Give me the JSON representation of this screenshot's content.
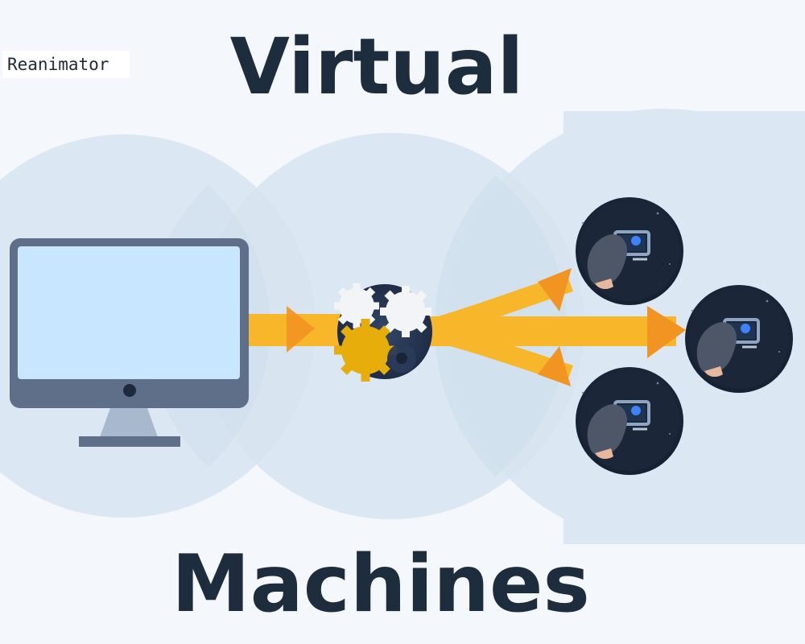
{
  "brand": {
    "label": "Reanimator"
  },
  "title": {
    "top_word": "Virtual",
    "bottom_word": "Machines"
  },
  "icons": {
    "host": "desktop-computer-icon",
    "hypervisor": "gears-icon",
    "virtual_machines": [
      "virtual-machine-user-icon",
      "virtual-machine-user-icon",
      "virtual-machine-user-icon"
    ]
  },
  "colors": {
    "background": "#f4f7fb",
    "panel": "#dbe7f3",
    "circle": "#d7e4f1",
    "arrow": "#f8b72b",
    "arrow_head": "#f29422",
    "dark": "#1b2739",
    "monitor_screen": "#c8e6ff",
    "monitor_body": "#627189",
    "gear_yellow": "#e6ad0b",
    "gear_white": "#f3f4f6"
  }
}
